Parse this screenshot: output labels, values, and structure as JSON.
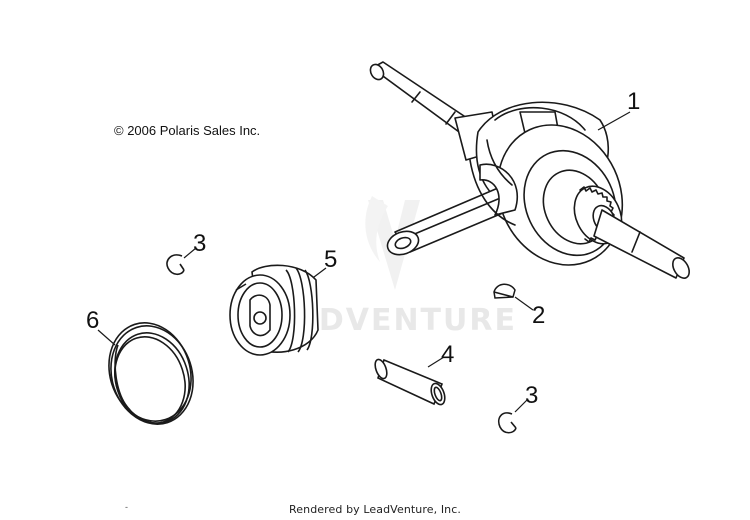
{
  "copyright": "© 2006 Polaris Sales Inc.",
  "footer": "Rendered by LeadVenture, Inc.",
  "footer_dash": "-",
  "watermark": "LEADVENTURE",
  "callouts": {
    "crankshaft": "1",
    "key": "2",
    "clip_upper": "3",
    "clip_lower": "3",
    "pin": "4",
    "piston": "5",
    "ring_set": "6"
  },
  "colors": {
    "line": "#1a1a1a",
    "fill": "#ffffff",
    "shade": "#d8d8d8",
    "watermark": "#e6e6e6"
  }
}
